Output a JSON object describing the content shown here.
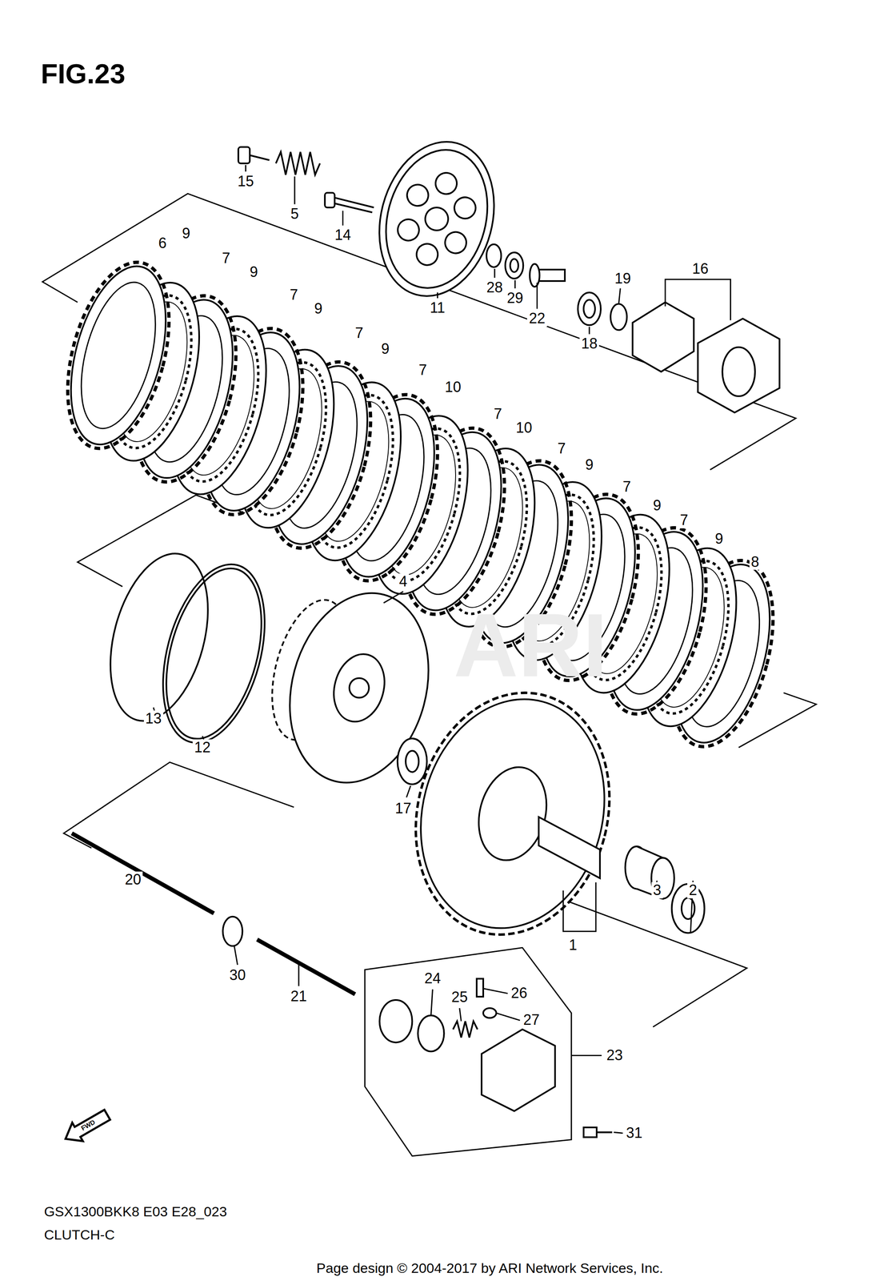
{
  "diagram": {
    "title": "FIG.23",
    "labels": [
      "15",
      "5",
      "14",
      "11",
      "28",
      "29",
      "22",
      "18",
      "19",
      "16",
      "6",
      "9",
      "7",
      "9",
      "7",
      "9",
      "7",
      "9",
      "7",
      "10",
      "7",
      "10",
      "7",
      "9",
      "7",
      "9",
      "7",
      "9",
      "8",
      "4",
      "13",
      "12",
      "17",
      "1",
      "3",
      "2",
      "20",
      "30",
      "21",
      "24",
      "25",
      "26",
      "27",
      "23",
      "31",
      "FWD",
      "GSX1300BKK8 E03 E28_023",
      "CLUTCH-C",
      "ARI",
      "Page design © 2004-2017 by ARI Network Services, Inc."
    ]
  }
}
